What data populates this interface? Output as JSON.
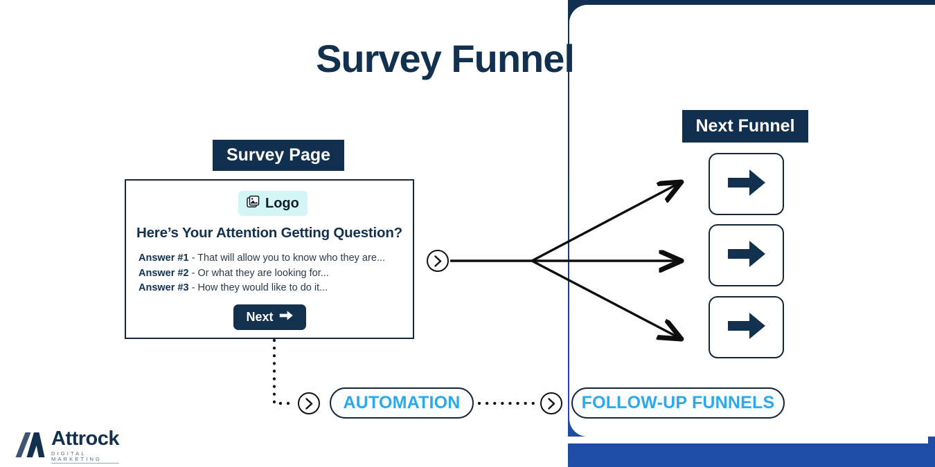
{
  "page": {
    "title": "Survey Funnel",
    "brand": {
      "name": "Attrock",
      "tagline": "DIGITAL MARKETING"
    },
    "colors": {
      "navy": "#12314f",
      "frame_navy": "#11304f",
      "frame_blue": "#1f4fa8",
      "accent_blue": "#2ca8ec",
      "logo_chip_bg": "#d5f6f6",
      "stroke": "#16263a"
    }
  },
  "survey_section": {
    "badge_label": "Survey Page",
    "card": {
      "logo_chip_label": "Logo",
      "logo_chip_icon": "image-icon",
      "question": "Here’s Your Attention Getting Question?",
      "answers": [
        {
          "label": "Answer #1",
          "dash": " - ",
          "text": "That will allow you to know who they are..."
        },
        {
          "label": "Answer #2",
          "dash": " - ",
          "text": "Or what they are looking for..."
        },
        {
          "label": "Answer #3",
          "dash": " - ",
          "text": "How they would like to do it..."
        }
      ],
      "next_button_label": "Next",
      "next_button_icon": "arrow-right-icon"
    }
  },
  "next_funnel_section": {
    "badge_label": "Next Funnel",
    "cards": [
      {
        "icon": "arrow-right-icon"
      },
      {
        "icon": "arrow-right-icon"
      },
      {
        "icon": "arrow-right-icon"
      }
    ]
  },
  "flow": {
    "chevron_icon": "chevron-right-circle-icon",
    "bottom_steps": [
      {
        "label": "AUTOMATION"
      },
      {
        "label": "FOLLOW-UP FUNNELS"
      }
    ]
  }
}
